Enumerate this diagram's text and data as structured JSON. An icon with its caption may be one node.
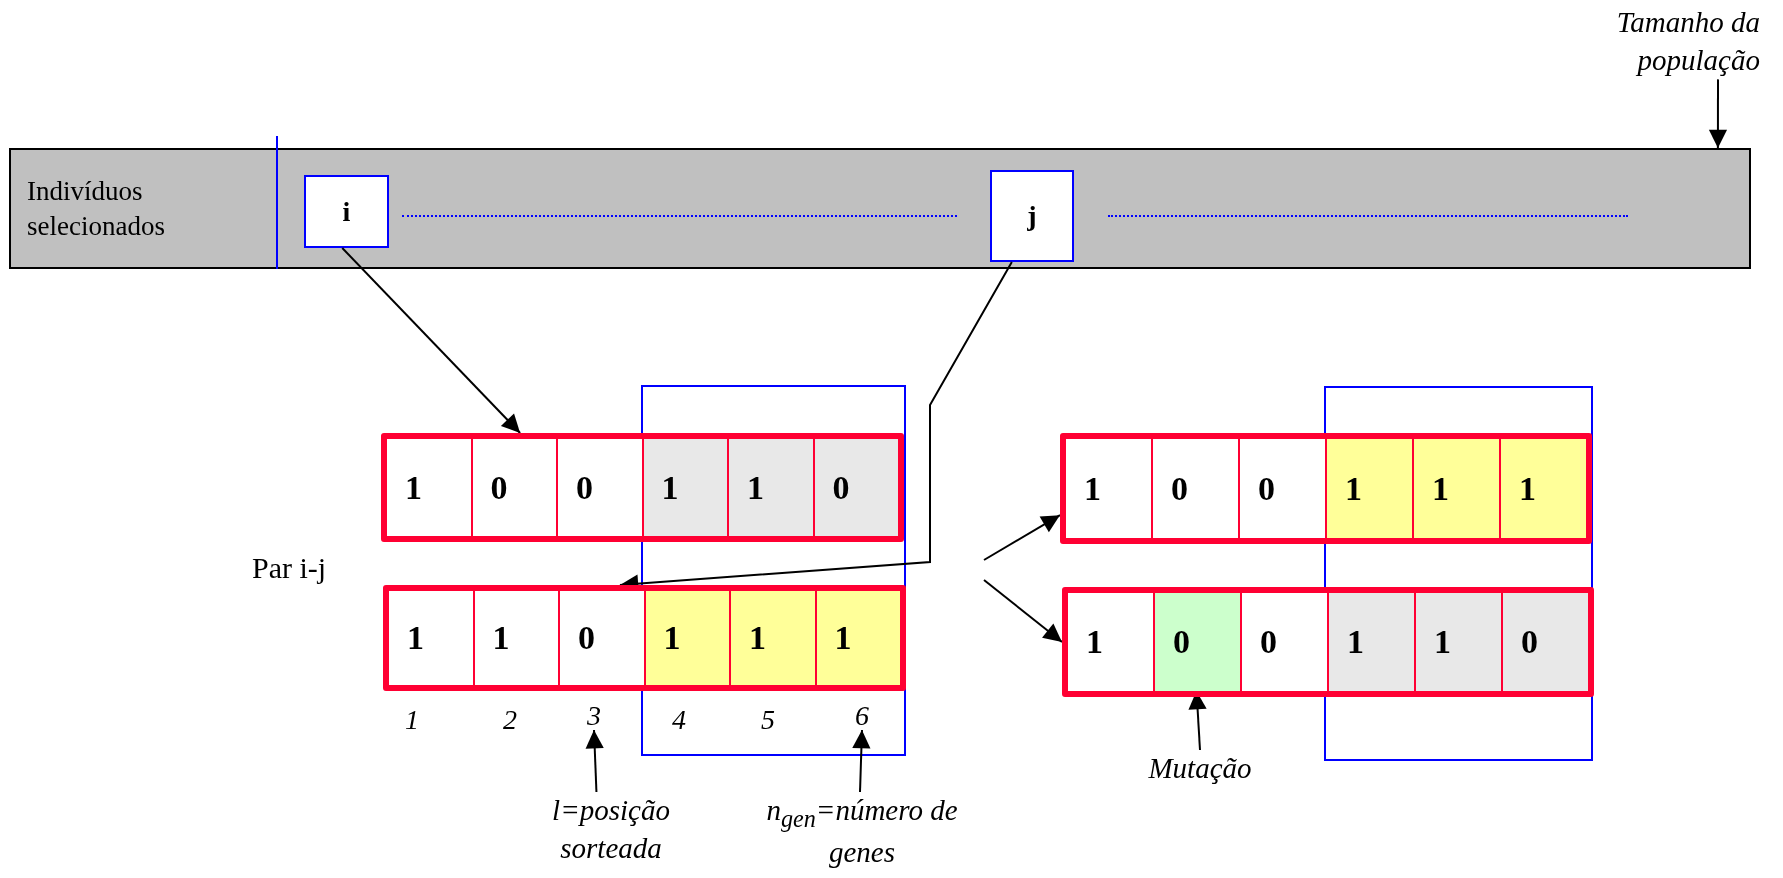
{
  "diagram": {
    "nodes": [
      {
        "text": [
          "Indivíduos selecionados"
        ]
      },
      {
        "text": [
          "i"
        ],
        "in": 0
      },
      {
        "text": [
          "j"
        ],
        "in": 0
      },
      {
        "text": [
          "Tamanho da população"
        ]
      },
      {
        "text": [],
        "shape": "bar"
      },
      {
        "text": [
          "1"
        ],
        "in": 4
      },
      {
        "text": [
          "0"
        ],
        "in": 4
      },
      {
        "text": [
          "0"
        ],
        "in": 4
      },
      {
        "text": [
          "1"
        ],
        "in": 4
      },
      {
        "text": [
          "1"
        ],
        "in": 4
      },
      {
        "text": [
          "0"
        ],
        "in": 4
      },
      {
        "text": [],
        "shape": "bar"
      },
      {
        "text": [
          "1"
        ],
        "in": 11
      },
      {
        "text": [
          "1"
        ],
        "in": 11
      },
      {
        "text": [
          "0"
        ],
        "in": 11
      },
      {
        "text": [
          "1"
        ],
        "in": 11
      },
      {
        "text": [
          "1"
        ],
        "in": 11
      },
      {
        "text": [
          "1"
        ],
        "in": 11
      },
      {
        "text": [],
        "shape": "bar"
      },
      {
        "text": [
          "1"
        ],
        "in": 18
      },
      {
        "text": [
          "0"
        ],
        "in": 18
      },
      {
        "text": [
          "0"
        ],
        "in": 18
      },
      {
        "text": [
          "1"
        ],
        "in": 18
      },
      {
        "text": [
          "1"
        ],
        "in": 18
      },
      {
        "text": [
          "1"
        ],
        "in": 18
      },
      {
        "text": [],
        "shape": "bar"
      },
      {
        "text": [
          "1"
        ],
        "in": 25
      },
      {
        "text": [
          "0"
        ],
        "in": 25
      },
      {
        "text": [
          "0"
        ],
        "in": 25
      },
      {
        "text": [
          "1"
        ],
        "in": 25
      },
      {
        "text": [
          "1"
        ],
        "in": 25
      },
      {
        "text": [
          "0"
        ],
        "in": 25
      },
      {
        "text": [
          "l=posição sorteada"
        ]
      },
      {
        "text": [
          "n$_{gen}$=número de genes"
        ]
      },
      {
        "text": [
          "Mutação"
        ]
      },
      {
        "text": [
          "3"
        ]
      },
      {
        "text": [
          "6"
        ]
      }
    ],
    "edges": [
      {
        "from": 3,
        "to": 0,
        "arrow": "to"
      },
      {
        "from": 1,
        "to": 4,
        "arrow": "to"
      },
      {
        "from": 2,
        "to": 11,
        "arrow": "to"
      },
      {
        "from": null,
        "to": 18,
        "arrow": "to"
      },
      {
        "from": null,
        "to": 25,
        "arrow": "to"
      },
      {
        "from": 32,
        "to": 35,
        "arrow": "to"
      },
      {
        "from": 33,
        "to": 36,
        "arrow": "to"
      },
      {
        "from": 34,
        "to": 27,
        "arrow": "to"
      }
    ],
    "labels": [
      "Par i-j",
      "1",
      "2",
      "4",
      "5"
    ]
  }
}
